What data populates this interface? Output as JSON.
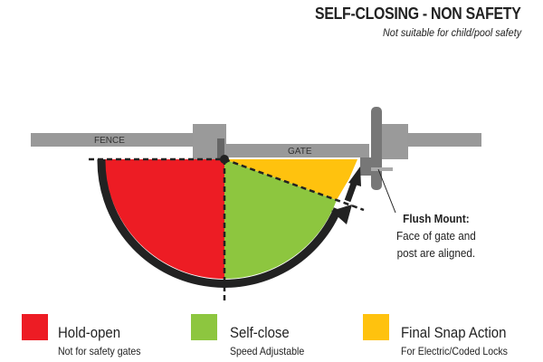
{
  "header": {
    "title": "SELF-CLOSING - NON SAFETY",
    "subtitle": "Not suitable for child/pool safety"
  },
  "diagram": {
    "fence_label": "FENCE",
    "gate_label": "GATE"
  },
  "note": {
    "title": "Flush Mount:",
    "line1": "Face of gate and",
    "line2": "post are aligned."
  },
  "legend": [
    {
      "label": "Hold-open",
      "sub": "Not for safety gates",
      "color": "#ed1c24"
    },
    {
      "label": "Self-close",
      "sub": "Speed Adjustable",
      "color": "#8dc63f"
    },
    {
      "label": "Final Snap Action",
      "sub": "For Electric/Coded Locks",
      "color": "#ffc20e"
    }
  ]
}
